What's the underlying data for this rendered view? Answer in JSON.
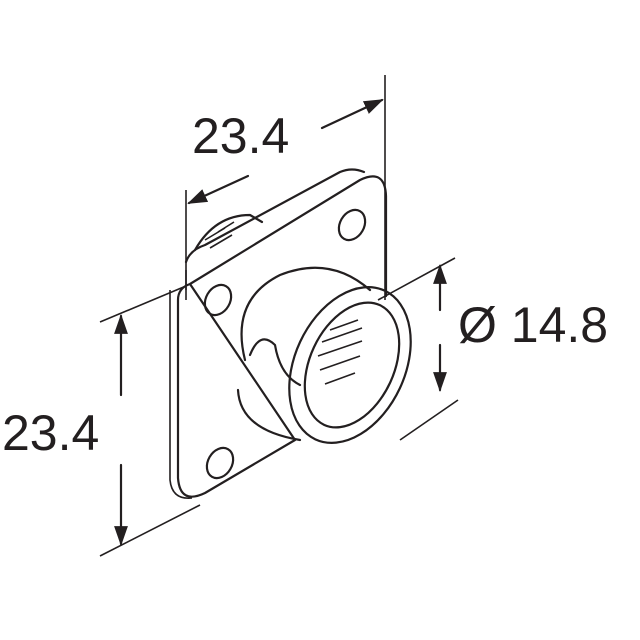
{
  "dimensions": {
    "width_label": "23.4",
    "height_label": "23.4",
    "diameter_label": "Ø 14.8"
  },
  "colors": {
    "line": "#231f20",
    "background": "#ffffff"
  }
}
